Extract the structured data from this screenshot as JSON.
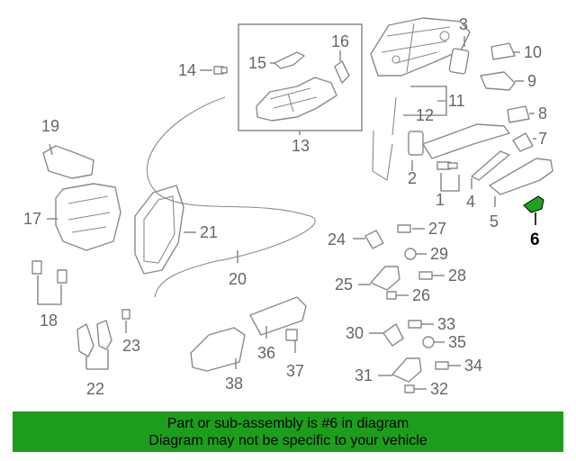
{
  "diagram": {
    "highlight_part": "6",
    "highlight_color": "#1fa01f",
    "callouts": [
      {
        "id": "1",
        "label": "1"
      },
      {
        "id": "2",
        "label": "2"
      },
      {
        "id": "3",
        "label": "3"
      },
      {
        "id": "4",
        "label": "4"
      },
      {
        "id": "5",
        "label": "5"
      },
      {
        "id": "6",
        "label": "6"
      },
      {
        "id": "7",
        "label": "7"
      },
      {
        "id": "8",
        "label": "8"
      },
      {
        "id": "9",
        "label": "9"
      },
      {
        "id": "10",
        "label": "10"
      },
      {
        "id": "11",
        "label": "11"
      },
      {
        "id": "12",
        "label": "12"
      },
      {
        "id": "13",
        "label": "13"
      },
      {
        "id": "14",
        "label": "14"
      },
      {
        "id": "15",
        "label": "15"
      },
      {
        "id": "16",
        "label": "16"
      },
      {
        "id": "17",
        "label": "17"
      },
      {
        "id": "18",
        "label": "18"
      },
      {
        "id": "19",
        "label": "19"
      },
      {
        "id": "20",
        "label": "20"
      },
      {
        "id": "21",
        "label": "21"
      },
      {
        "id": "22",
        "label": "22"
      },
      {
        "id": "23",
        "label": "23"
      },
      {
        "id": "24",
        "label": "24"
      },
      {
        "id": "25",
        "label": "25"
      },
      {
        "id": "26",
        "label": "26"
      },
      {
        "id": "27",
        "label": "27"
      },
      {
        "id": "28",
        "label": "28"
      },
      {
        "id": "29",
        "label": "29"
      },
      {
        "id": "30",
        "label": "30"
      },
      {
        "id": "31",
        "label": "31"
      },
      {
        "id": "32",
        "label": "32"
      },
      {
        "id": "33",
        "label": "33"
      },
      {
        "id": "34",
        "label": "34"
      },
      {
        "id": "35",
        "label": "35"
      },
      {
        "id": "36",
        "label": "36"
      },
      {
        "id": "37",
        "label": "37"
      },
      {
        "id": "38",
        "label": "38"
      }
    ]
  },
  "banner": {
    "line1": "Part or sub-assembly is #6 in diagram",
    "line2": "Diagram may not be specific to your vehicle",
    "background": "#1c9e1c"
  }
}
